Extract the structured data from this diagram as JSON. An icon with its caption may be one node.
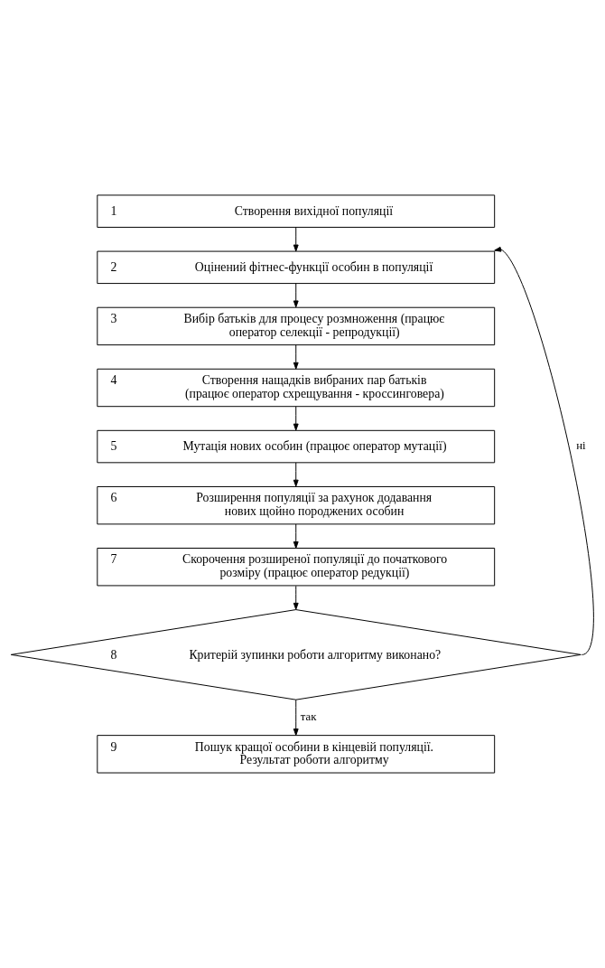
{
  "diagram": {
    "nodes": [
      {
        "text": [
          "1",
          "Створення вихідної популяції"
        ]
      },
      {
        "text": [
          "2",
          "Оцінений фітнес-функції особин в популяції"
        ]
      },
      {
        "text": [
          "3",
          "Вибір батьків для процесу розмноження (працює оператор селекції - репродукції)"
        ]
      },
      {
        "text": [
          "4",
          "Створення нащадків вибраних пар батьків (працює оператор схрещування - кроссинговера)"
        ]
      },
      {
        "text": [
          "5",
          "Мутація нових особин (працює оператор мутації)"
        ]
      },
      {
        "text": [
          "6",
          "Розширення популяції за рахунок додавання нових щойно породжених особин"
        ]
      },
      {
        "text": [
          "7",
          "Скорочення розширеної популяції до початкового розміру (працює оператор редукції)"
        ]
      },
      {
        "text": [
          "8",
          "Критерій зупинки роботи алгоритму виконано?"
        ]
      },
      {
        "text": [
          "9",
          "Пошук кращої особини в кінцевій популяції. Результат роботи алгоритму"
        ]
      }
    ],
    "edges": [
      {
        "from": 0,
        "to": 1,
        "arrow": "to"
      },
      {
        "from": 1,
        "to": 2,
        "arrow": "to"
      },
      {
        "from": 2,
        "to": 3,
        "arrow": "to"
      },
      {
        "from": 3,
        "to": 4,
        "arrow": "to"
      },
      {
        "from": 4,
        "to": 5,
        "arrow": "to"
      },
      {
        "from": 5,
        "to": 6,
        "arrow": "to"
      },
      {
        "from": 6,
        "to": 7,
        "arrow": "to"
      },
      {
        "from": 7,
        "to": 8,
        "arrow": "to",
        "label": "так"
      },
      {
        "from": 7,
        "to": 1,
        "arrow": "to",
        "label": "ні"
      }
    ]
  }
}
